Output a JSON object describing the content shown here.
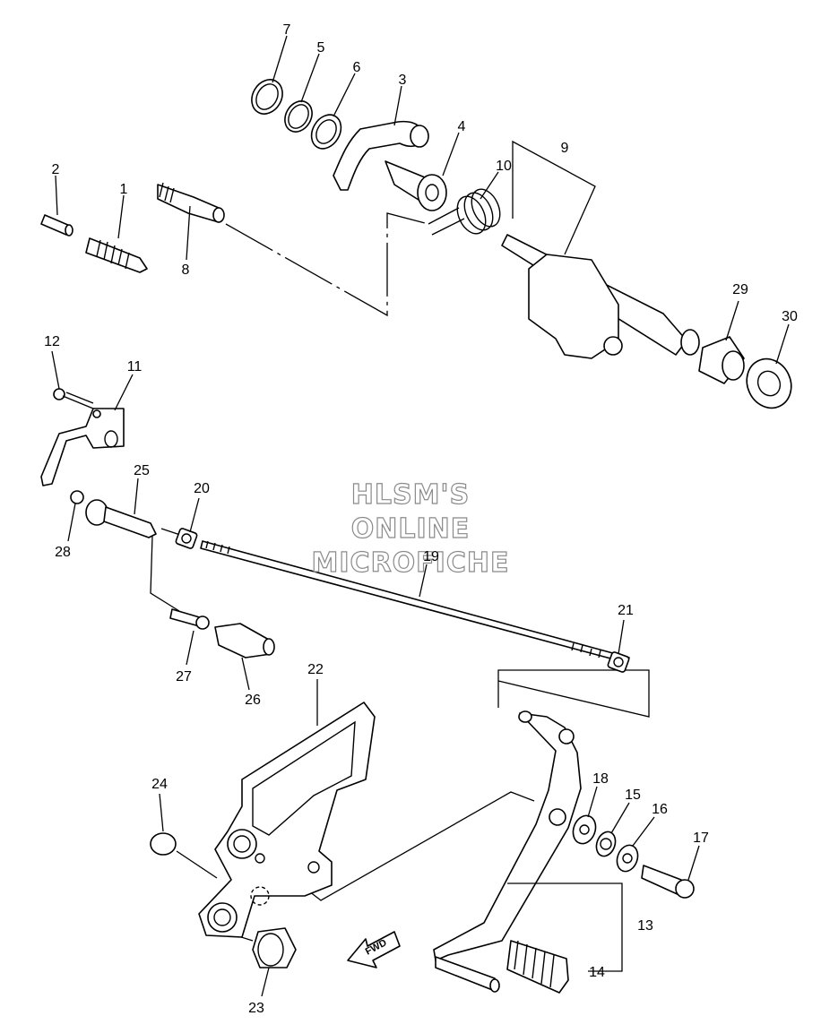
{
  "callouts": [
    {
      "id": "c1",
      "label": "1"
    },
    {
      "id": "c2",
      "label": "2"
    },
    {
      "id": "c3",
      "label": "3"
    },
    {
      "id": "c4",
      "label": "4"
    },
    {
      "id": "c5",
      "label": "5"
    },
    {
      "id": "c6",
      "label": "6"
    },
    {
      "id": "c7",
      "label": "7"
    },
    {
      "id": "c8",
      "label": "8"
    },
    {
      "id": "c9",
      "label": "9"
    },
    {
      "id": "c10",
      "label": "10"
    },
    {
      "id": "c11",
      "label": "11"
    },
    {
      "id": "c12",
      "label": "12"
    },
    {
      "id": "c13",
      "label": "13"
    },
    {
      "id": "c14",
      "label": "14"
    },
    {
      "id": "c15",
      "label": "15"
    },
    {
      "id": "c16",
      "label": "16"
    },
    {
      "id": "c17",
      "label": "17"
    },
    {
      "id": "c18",
      "label": "18"
    },
    {
      "id": "c19",
      "label": "19"
    },
    {
      "id": "c20",
      "label": "20"
    },
    {
      "id": "c21",
      "label": "21"
    },
    {
      "id": "c22",
      "label": "22"
    },
    {
      "id": "c23",
      "label": "23"
    },
    {
      "id": "c24",
      "label": "24"
    },
    {
      "id": "c25",
      "label": "25"
    },
    {
      "id": "c26",
      "label": "26"
    },
    {
      "id": "c27",
      "label": "27"
    },
    {
      "id": "c28",
      "label": "28"
    },
    {
      "id": "c29",
      "label": "29"
    },
    {
      "id": "c30",
      "label": "30"
    }
  ],
  "watermark": {
    "line1": "HLSM'S",
    "line2": "ONLINE",
    "line3": "MICROFICHE"
  },
  "direction_arrow": {
    "label": "FWD"
  }
}
